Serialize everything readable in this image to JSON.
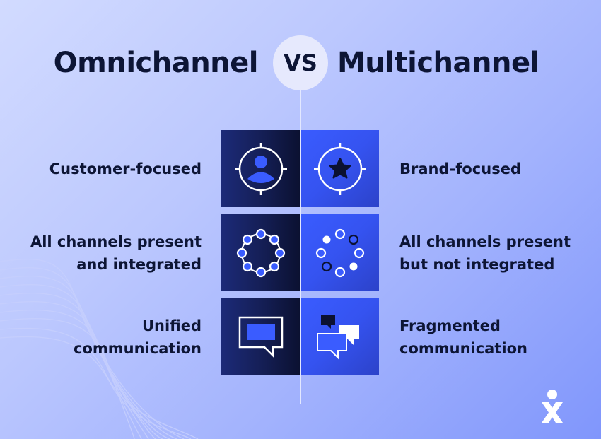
{
  "title": {
    "left": "Omnichannel",
    "vs": "VS",
    "right": "Multichannel"
  },
  "comparison": {
    "rows": [
      {
        "omnichannel": {
          "lines": [
            "Customer-focused"
          ],
          "icon": "target-person-icon"
        },
        "multichannel": {
          "lines": [
            "Brand-focused"
          ],
          "icon": "target-star-icon"
        }
      },
      {
        "omnichannel": {
          "lines": [
            "All channels present",
            "and integrated"
          ],
          "icon": "connected-circle-nodes-icon"
        },
        "multichannel": {
          "lines": [
            "All channels present",
            "but not integrated"
          ],
          "icon": "scattered-nodes-icon"
        }
      },
      {
        "omnichannel": {
          "lines": [
            "Unified",
            "communication"
          ],
          "icon": "single-chat-bubble-icon"
        },
        "multichannel": {
          "lines": [
            "Fragmented",
            "communication"
          ],
          "icon": "multiple-chat-bubbles-icon"
        }
      }
    ]
  },
  "colors": {
    "text": "#0d1535",
    "omni_tile": "#151f57",
    "multi_tile": "#3553f0",
    "accent_blue": "#3a5cff",
    "background_start": "#d2dbff",
    "background_end": "#8096fc"
  },
  "logo": {
    "icon": "person-x-logo-icon"
  }
}
